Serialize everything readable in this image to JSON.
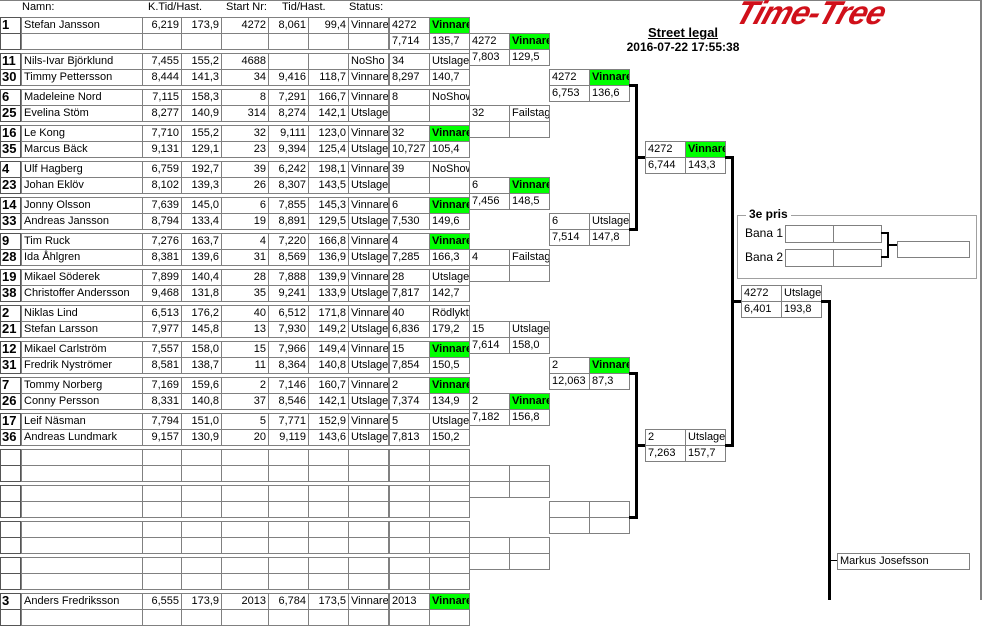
{
  "header": {
    "name": "Namn:",
    "ktid": "K.Tid/Hast.",
    "start": "Start Nr:",
    "tid": "Tid/Hast.",
    "status": "Status:"
  },
  "title": "Street legal",
  "datetime": "2016-07-22 17:55:38",
  "logo": "Time-Tree",
  "colors": {
    "winner": "#00ff00",
    "logo": "#d0101a"
  },
  "groups": [
    {
      "rows": [
        {
          "seed": "1",
          "name": "Stefan Jansson",
          "ktid": "6,219",
          "khast": "173,9",
          "start": "4272",
          "tid": "8,061",
          "hast": "99,4",
          "status": "Vinnare"
        },
        {
          "seed": "",
          "name": "",
          "ktid": "",
          "khast": "",
          "start": "",
          "tid": "",
          "hast": "",
          "status": ""
        }
      ],
      "r1": {
        "nr": "4272",
        "status": "Vinnare",
        "time": "7,714",
        "speed": "135,7"
      }
    },
    {
      "rows": [
        {
          "seed": "11",
          "name": "Nils-Ivar Björklund",
          "ktid": "7,455",
          "khast": "155,2",
          "start": "4688",
          "tid": "",
          "hast": "",
          "status": "NoSho"
        },
        {
          "seed": "30",
          "name": "Timmy Pettersson",
          "ktid": "8,444",
          "khast": "141,3",
          "start": "34",
          "tid": "9,416",
          "hast": "118,7",
          "status": "Vinnare"
        }
      ],
      "r1": {
        "nr": "34",
        "status": "Utslager",
        "time": "8,297",
        "speed": "140,7"
      }
    },
    {
      "rows": [
        {
          "seed": "6",
          "name": "Madeleine Nord",
          "ktid": "7,115",
          "khast": "158,3",
          "start": "8",
          "tid": "7,291",
          "hast": "166,7",
          "status": "Vinnare"
        },
        {
          "seed": "25",
          "name": "Evelina Stöm",
          "ktid": "8,277",
          "khast": "140,9",
          "start": "314",
          "tid": "8,274",
          "hast": "142,1",
          "status": "Utslage"
        }
      ],
      "r1": {
        "nr": "8",
        "status": "NoShow",
        "time": "",
        "speed": ""
      }
    },
    {
      "rows": [
        {
          "seed": "16",
          "name": "Le Kong",
          "ktid": "7,710",
          "khast": "155,2",
          "start": "32",
          "tid": "9,111",
          "hast": "123,0",
          "status": "Vinnare"
        },
        {
          "seed": "35",
          "name": "Marcus Bäck",
          "ktid": "9,131",
          "khast": "129,1",
          "start": "23",
          "tid": "9,394",
          "hast": "125,4",
          "status": "Utslage"
        }
      ],
      "r1": {
        "nr": "32",
        "status": "Vinnare",
        "time": "10,727",
        "speed": "105,4"
      }
    },
    {
      "rows": [
        {
          "seed": "4",
          "name": "Ulf Hagberg",
          "ktid": "6,759",
          "khast": "192,7",
          "start": "39",
          "tid": "6,242",
          "hast": "198,1",
          "status": "Vinnare"
        },
        {
          "seed": "23",
          "name": "Johan Eklöv",
          "ktid": "8,102",
          "khast": "139,3",
          "start": "26",
          "tid": "8,307",
          "hast": "143,5",
          "status": "Utslage"
        }
      ],
      "r1": {
        "nr": "39",
        "status": "NoShow",
        "time": "",
        "speed": ""
      }
    },
    {
      "rows": [
        {
          "seed": "14",
          "name": "Jonny Olsson",
          "ktid": "7,639",
          "khast": "145,0",
          "start": "6",
          "tid": "7,855",
          "hast": "145,3",
          "status": "Vinnare"
        },
        {
          "seed": "33",
          "name": "Andreas Jansson",
          "ktid": "8,794",
          "khast": "133,4",
          "start": "19",
          "tid": "8,891",
          "hast": "129,5",
          "status": "Utslage"
        }
      ],
      "r1": {
        "nr": "6",
        "status": "Vinnare",
        "time": "7,530",
        "speed": "149,6"
      }
    },
    {
      "rows": [
        {
          "seed": "9",
          "name": "Tim Ruck",
          "ktid": "7,276",
          "khast": "163,7",
          "start": "4",
          "tid": "7,220",
          "hast": "166,8",
          "status": "Vinnare"
        },
        {
          "seed": "28",
          "name": "Ida Åhlgren",
          "ktid": "8,381",
          "khast": "139,6",
          "start": "31",
          "tid": "8,569",
          "hast": "136,9",
          "status": "Utslage"
        }
      ],
      "r1": {
        "nr": "4",
        "status": "Vinnare",
        "time": "7,285",
        "speed": "166,3"
      }
    },
    {
      "rows": [
        {
          "seed": "19",
          "name": "Mikael Söderek",
          "ktid": "7,899",
          "khast": "140,4",
          "start": "28",
          "tid": "7,888",
          "hast": "139,9",
          "status": "Vinnare"
        },
        {
          "seed": "38",
          "name": "Christoffer Andersson",
          "ktid": "9,468",
          "khast": "131,8",
          "start": "35",
          "tid": "9,241",
          "hast": "133,9",
          "status": "Utslage"
        }
      ],
      "r1": {
        "nr": "28",
        "status": "Utslager",
        "time": "7,817",
        "speed": "142,7"
      }
    },
    {
      "rows": [
        {
          "seed": "2",
          "name": "Niklas Lind",
          "ktid": "6,513",
          "khast": "176,2",
          "start": "40",
          "tid": "6,512",
          "hast": "171,8",
          "status": "Vinnare"
        },
        {
          "seed": "21",
          "name": "Stefan Larsson",
          "ktid": "7,977",
          "khast": "145,8",
          "start": "13",
          "tid": "7,930",
          "hast": "149,2",
          "status": "Utslage"
        }
      ],
      "r1": {
        "nr": "40",
        "status": "Rödlykta",
        "time": "6,836",
        "speed": "179,2"
      }
    },
    {
      "rows": [
        {
          "seed": "12",
          "name": "Mikael Carlström",
          "ktid": "7,557",
          "khast": "158,0",
          "start": "15",
          "tid": "7,966",
          "hast": "149,4",
          "status": "Vinnare"
        },
        {
          "seed": "31",
          "name": "Fredrik Nyströmer",
          "ktid": "8,581",
          "khast": "138,7",
          "start": "11",
          "tid": "8,364",
          "hast": "140,8",
          "status": "Utslage"
        }
      ],
      "r1": {
        "nr": "15",
        "status": "Vinnare",
        "time": "7,854",
        "speed": "150,5"
      }
    },
    {
      "rows": [
        {
          "seed": "7",
          "name": "Tommy Norberg",
          "ktid": "7,169",
          "khast": "159,6",
          "start": "2",
          "tid": "7,146",
          "hast": "160,7",
          "status": "Vinnare"
        },
        {
          "seed": "26",
          "name": "Conny Persson",
          "ktid": "8,331",
          "khast": "140,8",
          "start": "37",
          "tid": "8,546",
          "hast": "142,1",
          "status": "Utslage"
        }
      ],
      "r1": {
        "nr": "2",
        "status": "Vinnare",
        "time": "7,374",
        "speed": "134,9"
      }
    },
    {
      "rows": [
        {
          "seed": "17",
          "name": "Leif Näsman",
          "ktid": "7,794",
          "khast": "151,0",
          "start": "5",
          "tid": "7,771",
          "hast": "152,9",
          "status": "Vinnare"
        },
        {
          "seed": "36",
          "name": "Andreas Lundmark",
          "ktid": "9,157",
          "khast": "130,9",
          "start": "20",
          "tid": "9,119",
          "hast": "143,6",
          "status": "Utslage"
        }
      ],
      "r1": {
        "nr": "5",
        "status": "Utslager",
        "time": "7,813",
        "speed": "150,2"
      }
    },
    {
      "rows": [
        {
          "seed": "",
          "name": "",
          "ktid": "",
          "khast": "",
          "start": "",
          "tid": "",
          "hast": "",
          "status": ""
        },
        {
          "seed": "",
          "name": "",
          "ktid": "",
          "khast": "",
          "start": "",
          "tid": "",
          "hast": "",
          "status": ""
        }
      ],
      "r1": {
        "nr": "",
        "status": "",
        "time": "",
        "speed": ""
      }
    },
    {
      "rows": [
        {
          "seed": "",
          "name": "",
          "ktid": "",
          "khast": "",
          "start": "",
          "tid": "",
          "hast": "",
          "status": ""
        },
        {
          "seed": "",
          "name": "",
          "ktid": "",
          "khast": "",
          "start": "",
          "tid": "",
          "hast": "",
          "status": ""
        }
      ],
      "r1": {
        "nr": "",
        "status": "",
        "time": "",
        "speed": ""
      }
    },
    {
      "rows": [
        {
          "seed": "",
          "name": "",
          "ktid": "",
          "khast": "",
          "start": "",
          "tid": "",
          "hast": "",
          "status": ""
        },
        {
          "seed": "",
          "name": "",
          "ktid": "",
          "khast": "",
          "start": "",
          "tid": "",
          "hast": "",
          "status": ""
        }
      ],
      "r1": {
        "nr": "",
        "status": "",
        "time": "",
        "speed": ""
      }
    },
    {
      "rows": [
        {
          "seed": "",
          "name": "",
          "ktid": "",
          "khast": "",
          "start": "",
          "tid": "",
          "hast": "",
          "status": ""
        },
        {
          "seed": "",
          "name": "",
          "ktid": "",
          "khast": "",
          "start": "",
          "tid": "",
          "hast": "",
          "status": ""
        }
      ],
      "r1": {
        "nr": "",
        "status": "",
        "time": "",
        "speed": ""
      }
    },
    {
      "rows": [
        {
          "seed": "3",
          "name": "Anders Fredriksson",
          "ktid": "6,555",
          "khast": "173,9",
          "start": "2013",
          "tid": "6,784",
          "hast": "173,5",
          "status": "Vinnare"
        },
        {
          "seed": "",
          "name": "",
          "ktid": "",
          "khast": "",
          "start": "",
          "tid": "",
          "hast": "",
          "status": ""
        }
      ],
      "r1": {
        "nr": "2013",
        "status": "Vinnare",
        "time": "",
        "speed": ""
      }
    }
  ],
  "round2": [
    {
      "nr": "4272",
      "status": "Vinnare",
      "time": "7,803",
      "speed": "129,5"
    },
    {
      "nr": "32",
      "status": "Failstage",
      "time": "",
      "speed": ""
    },
    {
      "nr": "6",
      "status": "Vinnare",
      "time": "7,456",
      "speed": "148,5"
    },
    {
      "nr": "4",
      "status": "Failstage",
      "time": "",
      "speed": ""
    },
    {
      "nr": "15",
      "status": "Utslager",
      "time": "7,614",
      "speed": "158,0"
    },
    {
      "nr": "2",
      "status": "Vinnare",
      "time": "7,182",
      "speed": "156,8"
    },
    {
      "nr": "",
      "status": "",
      "time": "",
      "speed": ""
    },
    {
      "nr": "",
      "status": "",
      "time": "",
      "speed": ""
    }
  ],
  "round3": [
    {
      "nr": "4272",
      "status": "Vinnare",
      "time": "6,753",
      "speed": "136,6"
    },
    {
      "nr": "6",
      "status": "Utslager",
      "time": "7,514",
      "speed": "147,8"
    },
    {
      "nr": "2",
      "status": "Vinnare",
      "time": "12,063",
      "speed": "87,3"
    },
    {
      "nr": "",
      "status": "",
      "time": "",
      "speed": ""
    }
  ],
  "round4": [
    {
      "nr": "4272",
      "status": "Vinnare",
      "time": "6,744",
      "speed": "143,3"
    },
    {
      "nr": "2",
      "status": "Utslager",
      "time": "7,263",
      "speed": "157,7"
    }
  ],
  "round5": [
    {
      "nr": "4272",
      "status": "Utslager",
      "time": "6,401",
      "speed": "193,8"
    }
  ],
  "final_name": "Markus Josefsson",
  "third_place": {
    "legend": "3e pris",
    "lane1": "Bana 1",
    "lane2": "Bana 2"
  }
}
